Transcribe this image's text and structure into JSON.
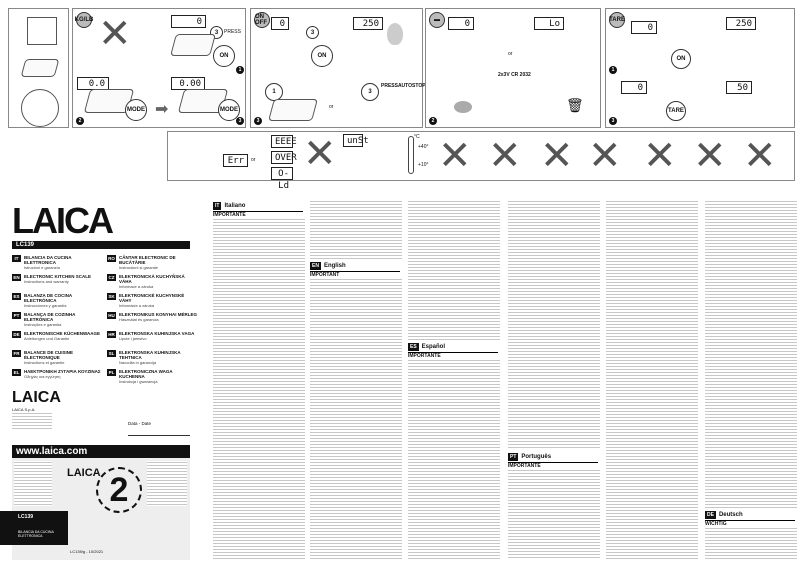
{
  "diagrams": {
    "kg_lb": "KG/LB",
    "on": "ON",
    "press": "PRESS",
    "mode": "MODE",
    "on_off": "ON OFF",
    "off": "OFF",
    "tare": "TARE",
    "pressautostop": "PRESSAUTOSTOP",
    "or": "or",
    "battery": "2x3V CR 2032",
    "err": "Err",
    "displays": {
      "zero": "0",
      "d1": "0.0",
      "d2": "0.00",
      "w250": "250",
      "lo": "Lo",
      "w50": "50",
      "eeee": "EEEE",
      "over": "OVER",
      "old": "O-Ld",
      "unst": "unSt"
    },
    "timers": {
      "t3": "3",
      "t1": "1"
    },
    "temp": {
      "unit": "°C",
      "max": "+40°",
      "min": "+10°"
    },
    "steps": [
      "1",
      "2",
      "3"
    ]
  },
  "brand": {
    "logo": "LAICA",
    "model": "LC139"
  },
  "languages": [
    {
      "code": "IT",
      "title": "BILANCIA DA CUCINA ELETTRONICA",
      "sub": "Istruzioni e garanzia"
    },
    {
      "code": "EN",
      "title": "ELECTRONIC KITCHEN SCALE",
      "sub": "Instructions and warranty"
    },
    {
      "code": "ES",
      "title": "BALANZA DE COCINA ELECTRÓNICA",
      "sub": "Instrucciones y garantía"
    },
    {
      "code": "PT",
      "title": "BALANÇA DE COZINHA ELETRÓNICA",
      "sub": "Instruções e garantia"
    },
    {
      "code": "DE",
      "title": "ELEKTRONISCHE KÜCHENWAAGE",
      "sub": "Anleitungen und Garantie"
    },
    {
      "code": "FR",
      "title": "BALANCE DE CUISINE ÉLECTRONIQUE",
      "sub": "Instructions et garantie"
    },
    {
      "code": "EL",
      "title": "ΗΛΕΚΤΡΟΝΙΚΗ ΖΥΓΑΡΙΑ ΚΟΥΖΙΝΑΣ",
      "sub": "Οδηγίες και εγγύηση"
    },
    {
      "code": "RO",
      "title": "CÂNTAR ELECTRONIC DE BUCĂTĂRIE",
      "sub": "Instrucțiuni și garanție"
    },
    {
      "code": "CZ",
      "title": "ELEKTRONICKÁ KUCHYŇSKÁ VÁHA",
      "sub": "Informace a záruka"
    },
    {
      "code": "SK",
      "title": "ELEKTRONICKÉ KUCHYNSKÉ VÁHY",
      "sub": "Informácie a záruka"
    },
    {
      "code": "HU",
      "title": "ELEKTRONIKUS KONYHAI MÉRLEG",
      "sub": "Használat és garancia"
    },
    {
      "code": "HR",
      "title": "ELEKTRONSKA KUHINJSKA VAGA",
      "sub": "Upute i jamstvo"
    },
    {
      "code": "SL",
      "title": "ELEKTRONSKA KUHINJSKA TEHTNICA",
      "sub": "Navodila in garancija"
    },
    {
      "code": "PL",
      "title": "ELEKTRONICZNA WAGA KUCHENNA",
      "sub": "Instrukcja i gwarancja"
    }
  ],
  "company": {
    "name": "LAICA S.p.A.",
    "date_label": "Data - Date"
  },
  "warranty": {
    "url": "www.laica.com",
    "years": "2",
    "card_model": "LC139",
    "card_title": "BILANCIA DA CUCINA ELETTRONICA",
    "footer": "LC139/g - 10/2021"
  },
  "sections": [
    {
      "code": "IT",
      "name": "Italiano",
      "intro": "IMPORTANTE"
    },
    {
      "code": "EN",
      "name": "English",
      "intro": "IMPORTANT"
    },
    {
      "code": "ES",
      "name": "Español",
      "intro": "IMPORTANTE"
    },
    {
      "code": "PT",
      "name": "Português",
      "intro": "IMPORTANTE"
    },
    {
      "code": "DE",
      "name": "Deutsch",
      "intro": "WICHTIG"
    }
  ]
}
